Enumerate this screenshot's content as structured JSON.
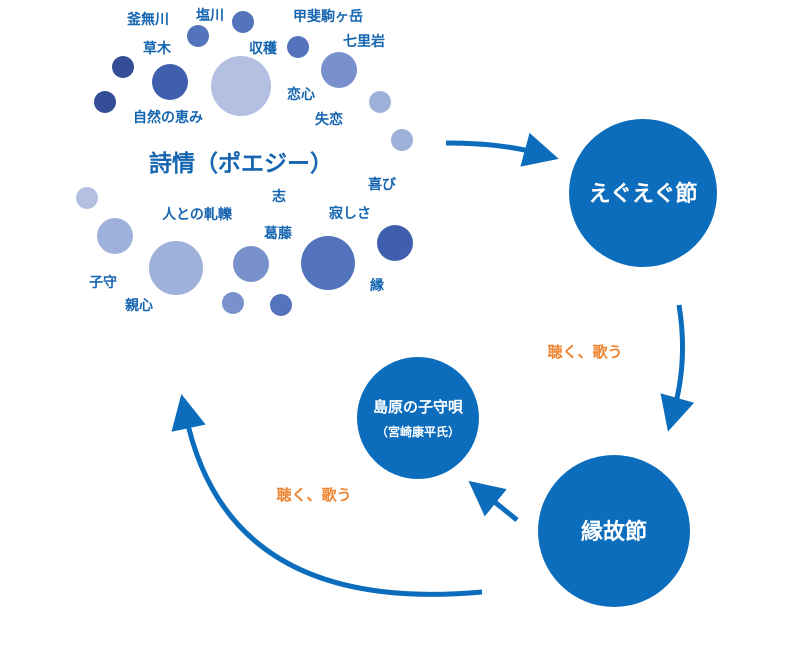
{
  "colors": {
    "primary": "#0b6dbc",
    "label_blue": "#1565b0",
    "accent_orange": "#ee8330",
    "bubble_shades": [
      "#334d96",
      "#3f5fae",
      "#5473bd",
      "#7890cc",
      "#9fb0db",
      "#b3c0e2"
    ]
  },
  "cluster": {
    "center": "詩情（ポエジー）",
    "keywords": [
      "釜無川",
      "塩川",
      "甲斐駒ヶ岳",
      "草木",
      "収穫",
      "七里岩",
      "恋心",
      "自然の恵み",
      "失恋",
      "喜び",
      "志",
      "人との軋轢",
      "寂しさ",
      "葛藤",
      "子守",
      "縁",
      "親心"
    ]
  },
  "nodes": {
    "egu": "えぐえぐ節",
    "engi": "縁故節",
    "shimabara": "島原の子守唄",
    "shimabara_sub": "（宮崎康平氏）"
  },
  "edges": {
    "listen_sing_1": "聴く、歌う",
    "listen_sing_2": "聴く、歌う"
  }
}
